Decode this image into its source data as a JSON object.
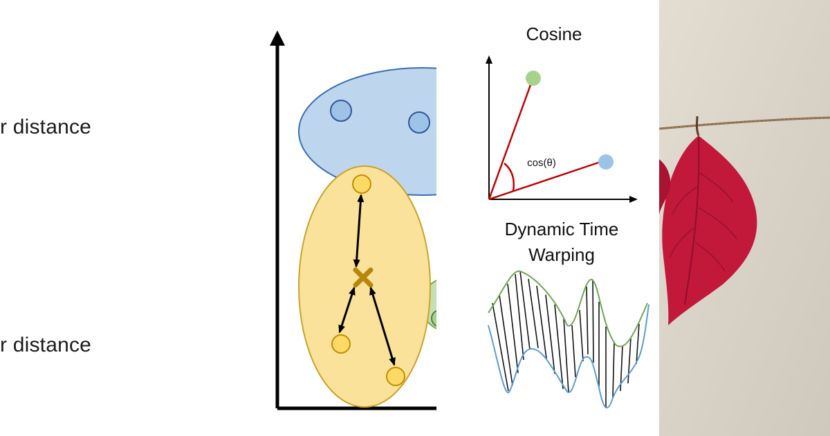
{
  "left_panel": {
    "text_top": "r distance",
    "text_bottom": "r distance"
  },
  "cosine_panel": {
    "title": "Cosine",
    "angle_label": "cos(θ)"
  },
  "dtw_panel": {
    "title_line1": "Dynamic Time",
    "title_line2": "Warping"
  },
  "colors": {
    "blue_cluster_fill": "#bdd6ee",
    "blue_cluster_stroke": "#3a6db5",
    "yellow_cluster_fill": "#fbe29a",
    "yellow_cluster_stroke": "#c9a227",
    "green_cluster_fill": "#c5e0b4",
    "centroid": "#b8860b",
    "cosine_vector": "#c00000",
    "dtw_top_curve": "#6aa84f",
    "dtw_bottom_curve": "#5b9bd5",
    "leaf": "#c2183a",
    "photo_background": "#d9d3c8"
  }
}
